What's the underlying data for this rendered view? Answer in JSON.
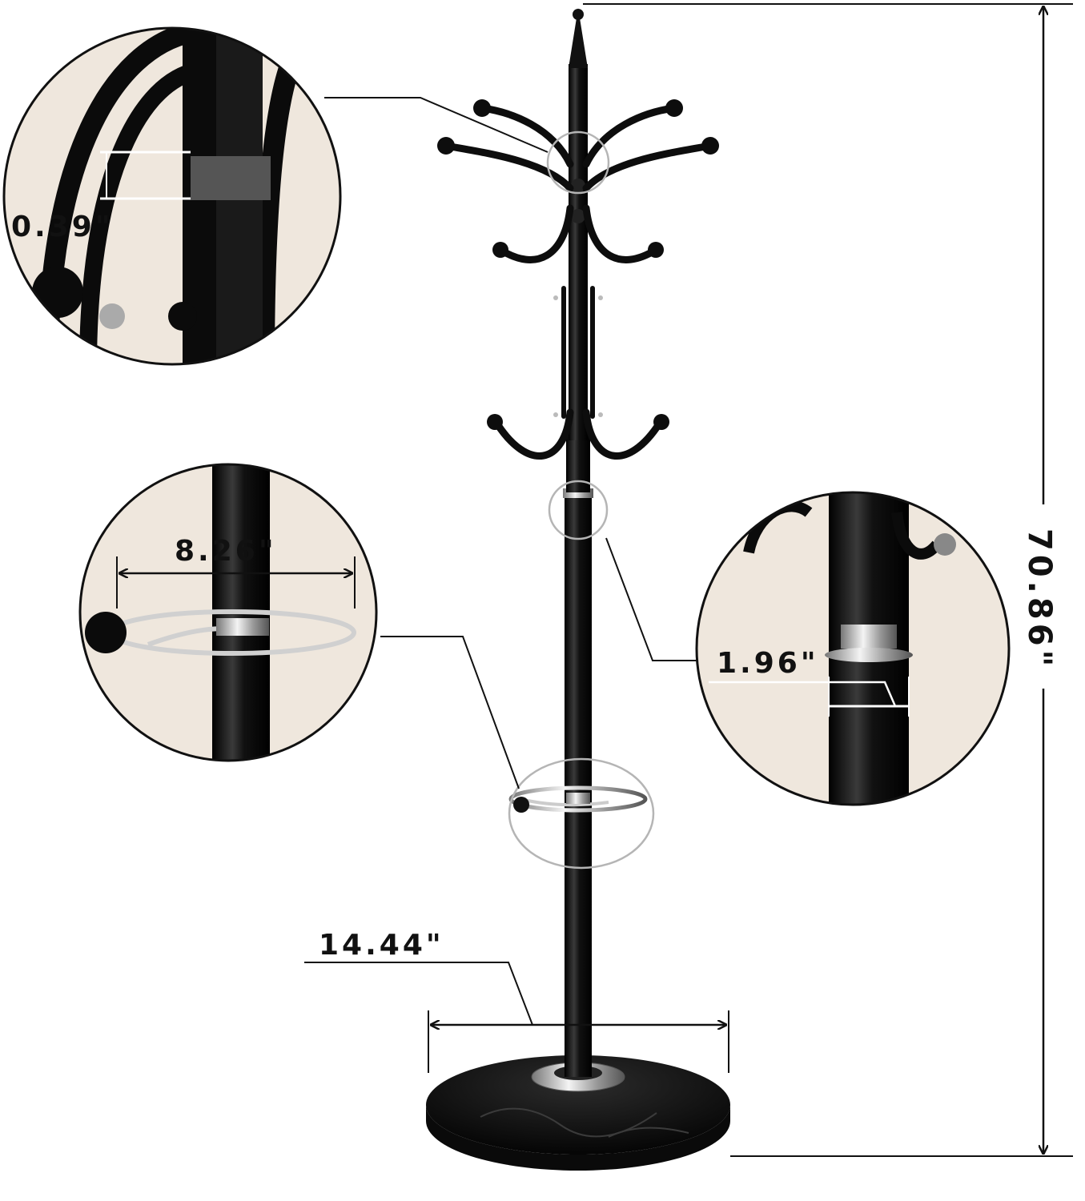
{
  "dimensions": {
    "hook_thickness": "0.39\"",
    "umbrella_ring_width": "8.26\"",
    "pole_diameter": "1.96\"",
    "base_diameter": "14.44\"",
    "total_height": "70.86\""
  },
  "colors": {
    "background": "#ffffff",
    "inset_background": "#efe7dd",
    "product": "#111111",
    "chrome": "#c8c8c8",
    "guide_line": "#111111"
  }
}
